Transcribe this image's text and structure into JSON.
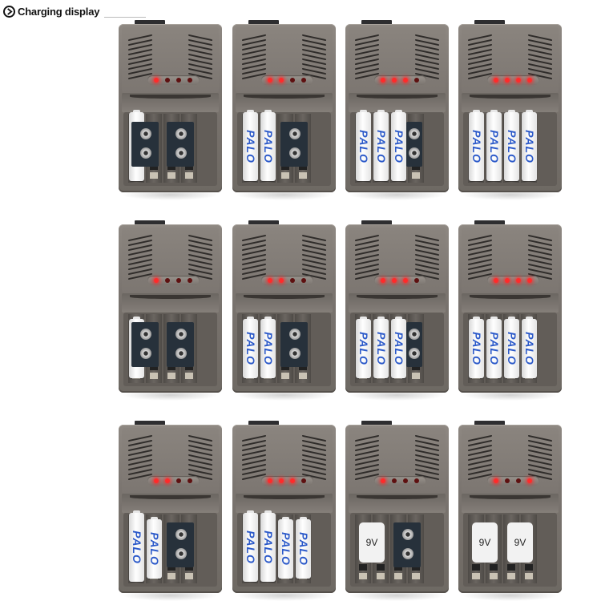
{
  "header": {
    "title": "Charging display",
    "icon": "play-circle-icon"
  },
  "colors": {
    "led_on": "#ff2a2a",
    "led_off": "#5e1010",
    "body": "#7a746f",
    "brand": "#2b59c9"
  },
  "brand_label": "PALO",
  "nine_volt_label": "9V",
  "chargers": [
    {
      "row": 1,
      "col": 1,
      "leds": [
        1,
        0,
        0,
        0
      ],
      "load": [
        "AA",
        "9V-socket:1-2",
        "9V-socket:3-4"
      ]
    },
    {
      "row": 1,
      "col": 2,
      "leds": [
        1,
        1,
        0,
        0
      ],
      "load": [
        "AA",
        "AA",
        "9V-socket:3-4"
      ]
    },
    {
      "row": 1,
      "col": 3,
      "leds": [
        1,
        1,
        1,
        0
      ],
      "load": [
        "AA",
        "AA",
        "AA",
        "9V-socket:4"
      ]
    },
    {
      "row": 1,
      "col": 4,
      "leds": [
        1,
        1,
        1,
        1
      ],
      "load": [
        "AA",
        "AA",
        "AA",
        "AA"
      ]
    },
    {
      "row": 2,
      "col": 1,
      "leds": [
        1,
        0,
        0,
        0
      ],
      "load": [
        "AAA",
        "9V-socket:1-2",
        "9V-socket:3-4"
      ]
    },
    {
      "row": 2,
      "col": 2,
      "leds": [
        1,
        1,
        0,
        0
      ],
      "load": [
        "AAA",
        "AAA",
        "9V-socket:3-4"
      ]
    },
    {
      "row": 2,
      "col": 3,
      "leds": [
        1,
        1,
        1,
        0
      ],
      "load": [
        "AAA",
        "AAA",
        "AAA",
        "9V-socket:4"
      ]
    },
    {
      "row": 2,
      "col": 4,
      "leds": [
        1,
        1,
        1,
        1
      ],
      "load": [
        "AAA",
        "AAA",
        "AAA",
        "AAA"
      ]
    },
    {
      "row": 3,
      "col": 1,
      "leds": [
        1,
        1,
        0,
        0
      ],
      "load": [
        "AA",
        "AAA",
        "9V-socket:3-4"
      ]
    },
    {
      "row": 3,
      "col": 2,
      "leds": [
        1,
        1,
        1,
        0
      ],
      "load": [
        "AA",
        "AA",
        "AAA",
        "AAA"
      ]
    },
    {
      "row": 3,
      "col": 3,
      "leds": [
        1,
        0,
        0,
        0
      ],
      "load": [
        "9V-battery:1-2",
        "9V-socket:3-4"
      ]
    },
    {
      "row": 3,
      "col": 4,
      "leds": [
        1,
        0,
        0,
        1
      ],
      "load": [
        "9V-battery:1-2",
        "9V-battery:3-4"
      ]
    }
  ]
}
